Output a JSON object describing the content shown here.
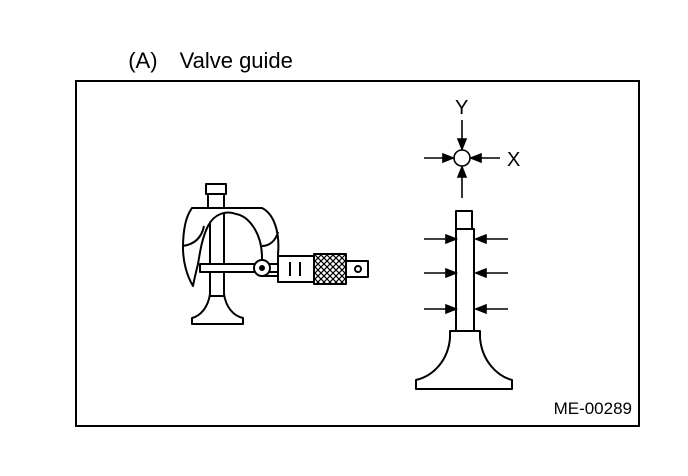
{
  "heading": {
    "tag": "(A)",
    "title": "Valve guide"
  },
  "diagram": {
    "axis_y_label": "Y",
    "axis_x_label": "X",
    "figure_code": "ME-00289"
  }
}
